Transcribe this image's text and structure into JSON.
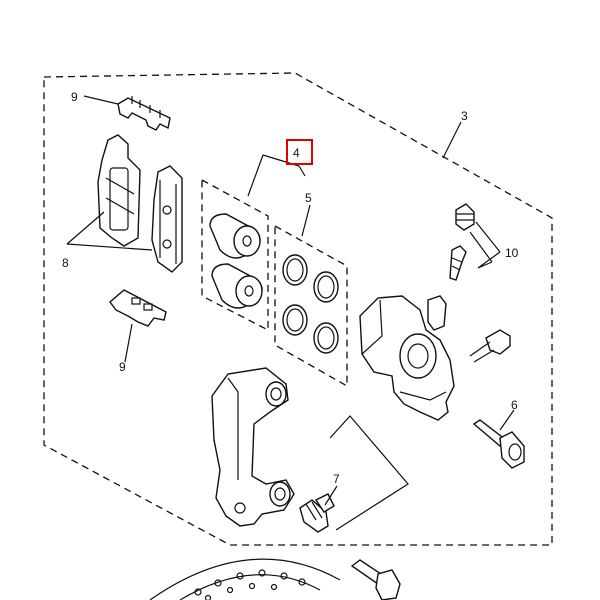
{
  "callouts": {
    "c3": "3",
    "c4": "4",
    "c5": "5",
    "c6": "6",
    "c7": "7",
    "c8": "8",
    "c9_top": "9",
    "c9_bottom": "9",
    "c10": "10"
  },
  "highlight_color": "#e00000"
}
